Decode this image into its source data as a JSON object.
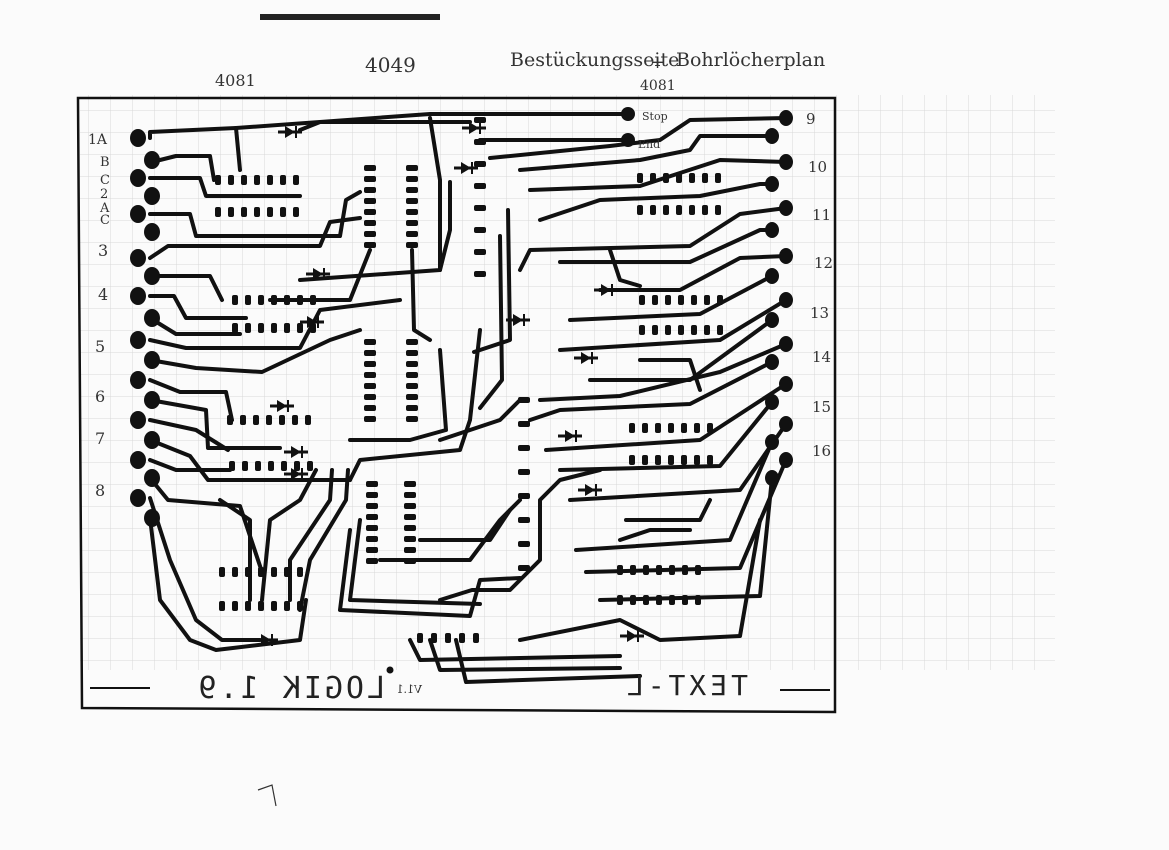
{
  "header_notes": {
    "chip_left": "4081",
    "chip_center": "4049",
    "title_left": "Bestückungsseite",
    "plus": "+",
    "title_right": "Bohrlöcherplan",
    "chip_right": "4081"
  },
  "pad_labels": {
    "stop": "Stop",
    "end": "End",
    "left": [
      "1A",
      "B",
      "C",
      "2",
      "A",
      "C",
      "3",
      "4",
      "5",
      "6",
      "7",
      "8"
    ],
    "right": [
      "9",
      "10",
      "11",
      "12",
      "13",
      "14",
      "15",
      "16"
    ]
  },
  "board_text": {
    "left_mirrored": "LOGIK 1.9",
    "small_mark": "V1.1",
    "right_mirrored": "TEXT-L"
  },
  "colors": {
    "paper": "#fbfbfb",
    "grid": "#d8d8d8",
    "ink": "#111111",
    "pencil": "#555555"
  }
}
